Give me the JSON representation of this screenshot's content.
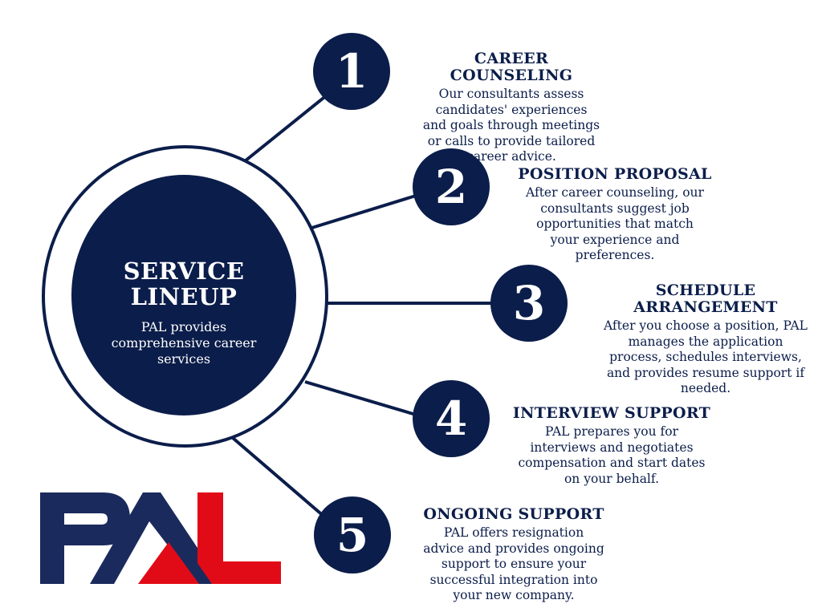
{
  "hub": {
    "title": "SERVICE\nLINEUP",
    "subtitle": "PAL provides comprehensive career services"
  },
  "steps": [
    {
      "number": "1",
      "title": "CAREER COUNSELING",
      "description": "Our consultants assess candidates' experiences and goals through meetings or calls to provide tailored career advice."
    },
    {
      "number": "2",
      "title": "POSITION PROPOSAL",
      "description": "After career counseling, our consultants suggest job opportunities that match your experience and preferences."
    },
    {
      "number": "3",
      "title": "SCHEDULE\nARRANGEMENT",
      "description": "After you choose a position, PAL manages the application process, schedules interviews, and provides resume support if needed."
    },
    {
      "number": "4",
      "title": "INTERVIEW SUPPORT",
      "description": "PAL prepares you for interviews and negotiates compensation and start dates on your behalf."
    },
    {
      "number": "5",
      "title": "ONGOING SUPPORT",
      "description": "PAL offers resignation advice and provides ongoing support to ensure your successful integration into your new company."
    }
  ],
  "logo": {
    "text": "PAL",
    "icon": "pal-logo",
    "colors": {
      "navy": "#1b2a5c",
      "red": "#e10b17"
    }
  },
  "colors": {
    "navy": "#0b1d4a",
    "background": "#ffffff"
  }
}
